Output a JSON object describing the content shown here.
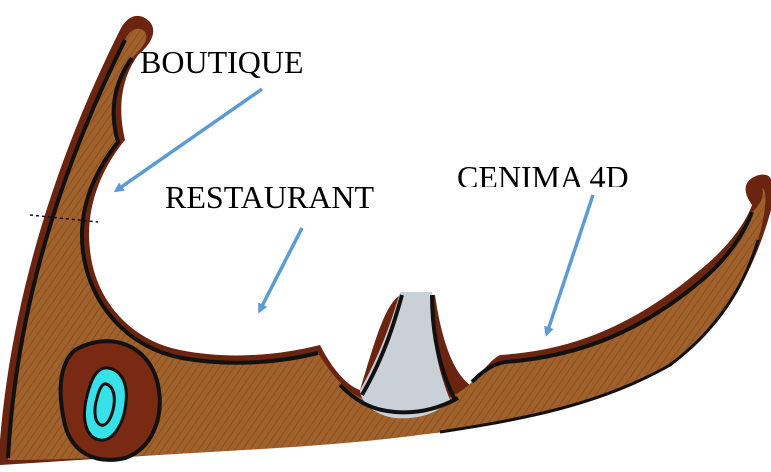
{
  "labels": {
    "boutique": "BOUTIQUE",
    "restaurant": "RESTAURANT",
    "cinema": "CENIMA 4D"
  },
  "colors": {
    "floor": "#a0612c",
    "floor_hatch": "#8a4f20",
    "outline": "#111111",
    "outer_rim": "#6b2410",
    "pod": "#7a2a12",
    "pool": "#38e0e8",
    "gap": "#c9d0d8",
    "arrow": "#5b9bd5"
  },
  "icons": {
    "arrow": "arrow-icon"
  }
}
